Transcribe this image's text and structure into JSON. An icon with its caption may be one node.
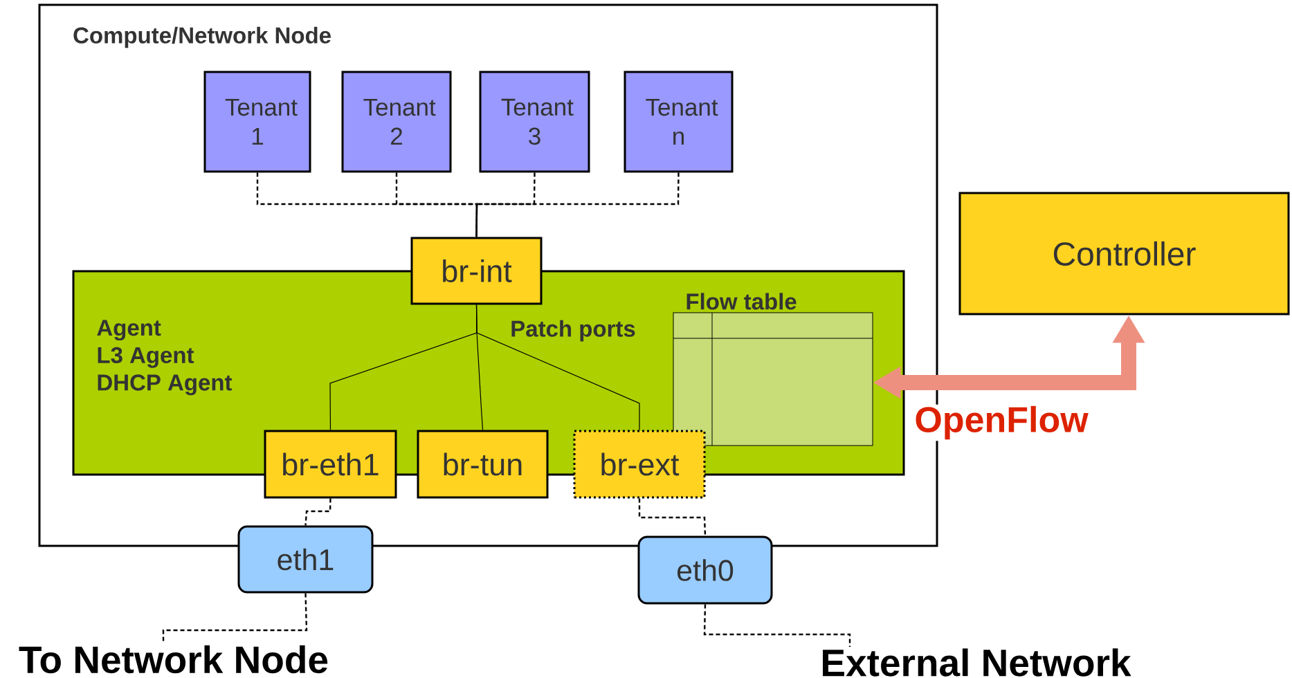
{
  "diagram": {
    "nodes": [
      {
        "text": [
          "Compute/Network Node"
        ]
      },
      {
        "text": [
          "Tenant 1"
        ],
        "in": 0
      },
      {
        "text": [
          "Tenant 2"
        ],
        "in": 0
      },
      {
        "text": [
          "Tenant 3"
        ],
        "in": 0
      },
      {
        "text": [
          "Tenant n"
        ],
        "in": 0
      },
      {
        "text": [
          "Agent",
          "L3 Agent",
          "DHCP Agent"
        ],
        "in": 0
      },
      {
        "text": [
          "br-int"
        ],
        "in": 0
      },
      {
        "text": [
          "Flow table"
        ],
        "in": 5
      },
      {
        "text": [
          "br-eth1"
        ],
        "in": 0
      },
      {
        "text": [
          "br-tun"
        ],
        "in": 0
      },
      {
        "text": [
          "br-ext"
        ],
        "in": 0
      },
      {
        "text": [
          "eth1"
        ]
      },
      {
        "text": [
          "eth0"
        ]
      },
      {
        "text": [
          "Controller"
        ]
      },
      {
        "text": [
          "To Network Node"
        ]
      },
      {
        "text": [
          "External Network"
        ]
      }
    ],
    "edges": [
      {
        "from": 1,
        "to": 6,
        "arrow": "none",
        "style": "dashed"
      },
      {
        "from": 2,
        "to": 6,
        "arrow": "none",
        "style": "dashed"
      },
      {
        "from": 3,
        "to": 6,
        "arrow": "none",
        "style": "dashed"
      },
      {
        "from": 4,
        "to": 6,
        "arrow": "none",
        "style": "dashed"
      },
      {
        "from": 6,
        "to": 8,
        "arrow": "none"
      },
      {
        "from": 6,
        "to": 9,
        "arrow": "none"
      },
      {
        "from": 6,
        "to": 10,
        "arrow": "none"
      },
      {
        "from": 8,
        "to": 11,
        "arrow": "none",
        "style": "dashed"
      },
      {
        "from": 10,
        "to": 12,
        "arrow": "none",
        "style": "dashed"
      },
      {
        "from": 11,
        "to": 14,
        "arrow": "none",
        "style": "dashed"
      },
      {
        "from": 12,
        "to": 15,
        "arrow": "none",
        "style": "dashed"
      },
      {
        "from": 13,
        "to": 7,
        "arrow": "both",
        "style": "thick",
        "color": "#ee9080",
        "label": "OpenFlow"
      }
    ],
    "labels": [
      "Patch ports"
    ]
  }
}
